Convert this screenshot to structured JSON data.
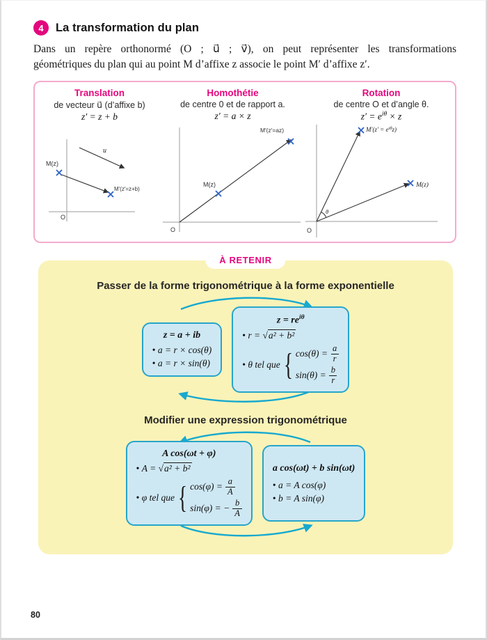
{
  "page": {
    "number": "80"
  },
  "colors": {
    "pink": "#E4067E",
    "pink_box_border": "#F3AACD",
    "yellow_box": "#FAF3B8",
    "blue_box_fill": "#CEE8F3",
    "blue_box_border": "#27A5CA",
    "cycle_arrow": "#17A9CF",
    "point_marker_blue": "#2F62C4"
  },
  "symbols": {
    "sqrt": "√",
    "brace": "{"
  },
  "header": {
    "badge": "4",
    "title": "La transformation du plan"
  },
  "intro": {
    "line1": "Dans un repère orthonormé (O ; u⃗ ; v⃗), on peut représenter les transformations",
    "line2": "géométriques du plan qui au point M d’affixe z associe le point M′ d’affixe z′."
  },
  "transformations": {
    "translation": {
      "title": "Translation",
      "subtitle": "de vecteur u⃗ (d’affixe b)",
      "formula": "z′ = z + b",
      "label_vector": "u⃗",
      "label_m": "M(z)",
      "label_mprime": "M′(z′=z+b)",
      "label_origin": "O"
    },
    "homothetie": {
      "title": "Homothétie",
      "subtitle": "de centre 0 et de rapport a.",
      "formula": "z′ = a × z",
      "label_m": "M(z)",
      "label_mprime": "M′(z′=az)",
      "label_origin": "O"
    },
    "rotation": {
      "title": "Rotation",
      "subtitle": "de centre O et d’angle θ.",
      "formula_pre": "z′ = e",
      "formula_sup": "iθ",
      "formula_post": " × z",
      "label_mprime_pre": "M′(z′ = e",
      "label_mprime_sup": "iθ",
      "label_mprime_post": "z)",
      "label_m": "M(z)",
      "label_angle": "θ",
      "label_origin": "O"
    }
  },
  "retenir": {
    "badge": "À RETENIR",
    "exp": {
      "heading": "Passer de la forme trigonométrique à la forme exponentielle",
      "left": {
        "title": "z = a + ib",
        "bullet1": "a = r × cos(θ)",
        "bullet2": "a = r × sin(θ)"
      },
      "right": {
        "title_pre": "z = re",
        "title_sup": "iθ",
        "radical_pre": "r = ",
        "radical_content": "a² + b²",
        "system_label": "θ tel que",
        "line1_pre": "cos(θ) =",
        "frac1_num": "a",
        "frac1_den": "r",
        "line2_pre": "sin(θ) =",
        "frac2_num": "b",
        "frac2_den": "r"
      }
    },
    "trig": {
      "heading": "Modifier une expression trigonométrique",
      "left": {
        "title": "A cos(ωt + φ)",
        "radical_pre": "A = ",
        "radical_content": "a² + b²",
        "system_label": "φ tel que",
        "line1_pre": "cos(φ) =",
        "frac1_num": "a",
        "frac1_den": "A",
        "line2_pre": "sin(φ) = −",
        "frac2_num": "b",
        "frac2_den": "A"
      },
      "right": {
        "title": "a cos(ωt) + b sin(ωt)",
        "bullet1": "a = A cos(φ)",
        "bullet2": "b = A sin(φ)"
      }
    }
  }
}
